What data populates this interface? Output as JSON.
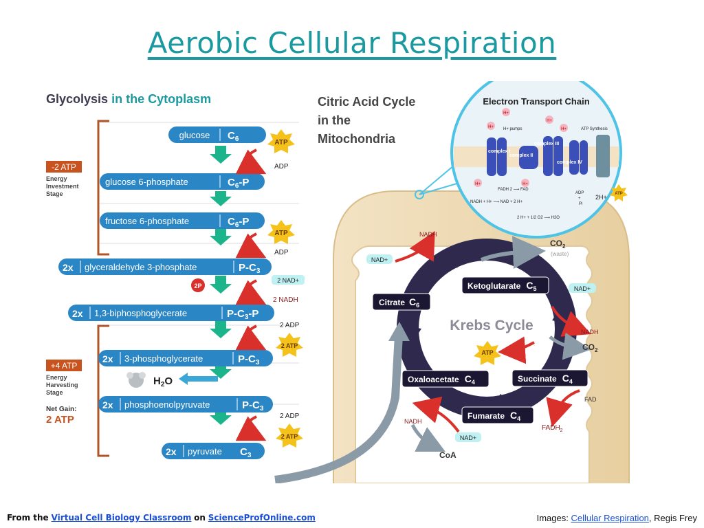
{
  "title": "Aerobic Cellular Respiration",
  "glycolysis": {
    "heading_main": "Glycolysis",
    "heading_rest": "in the Cytoplasm",
    "molecules": [
      {
        "name": "glucose",
        "formula": "C",
        "sub": "6",
        "suffix": "",
        "prefix": ""
      },
      {
        "name": "glucose 6-phosphate",
        "formula": "C",
        "sub": "6",
        "suffix": "-P",
        "prefix": ""
      },
      {
        "name": "fructose 6-phosphate",
        "formula": "C",
        "sub": "6",
        "suffix": "-P",
        "prefix": ""
      },
      {
        "name": "glyceraldehyde 3-phosphate",
        "formula": "P-C",
        "sub": "3",
        "suffix": "",
        "prefix": "2x"
      },
      {
        "name": "1,3-biphosphoglycerate",
        "formula": "P-C",
        "sub": "3",
        "suffix": "-P",
        "prefix": "2x"
      },
      {
        "name": "3-phosphoglycerate",
        "formula": "P-C",
        "sub": "3",
        "suffix": "",
        "prefix": "2x"
      },
      {
        "name": "phosphoenolpyruvate",
        "formula": "P-C",
        "sub": "3",
        "suffix": "",
        "prefix": "2x"
      },
      {
        "name": "pyruvate",
        "formula": "C",
        "sub": "3",
        "suffix": "",
        "prefix": "2x"
      }
    ],
    "stage_invest_badge": "-2 ATP",
    "stage_invest_label": [
      "Energy",
      "Investment",
      "Stage"
    ],
    "stage_harvest_badge": "+4 ATP",
    "stage_harvest_label": [
      "Energy",
      "Harvesting",
      "Stage"
    ],
    "net_gain_label": "Net Gain:",
    "net_gain_value": "2 ATP",
    "atp": "ATP",
    "adp": "ADP",
    "two_adp": "2 ADP",
    "two_atp": "2 ATP",
    "two_p": "2P",
    "two_nad": "2 NAD+",
    "two_nadh": "2 NADH",
    "water_main": "H",
    "water_sub": "2",
    "water_end": "O"
  },
  "citric": {
    "heading": [
      "Citric Acid Cycle",
      "in the",
      "Mitochondria"
    ],
    "krebs_label": "Krebs Cycle",
    "citrate": "Citrate",
    "ketoglutarate": "Ketoglutarate",
    "succinate": "Succinate",
    "fumarate": "Fumarate",
    "oxaloacetate": "Oxaloacetate",
    "c_letter": "C",
    "sub6": "6",
    "sub5": "5",
    "sub4": "4",
    "nad_plus": "NAD+",
    "nadh": "NADH",
    "co2": "CO",
    "co2_sub": "2",
    "waste": "(waste)",
    "atp": "ATP",
    "fad": "FAD",
    "fadh": "FADH",
    "fadh_sub": "2",
    "coa": "CoA"
  },
  "etc": {
    "heading": "Electron Transport Chain",
    "h_plus": "H+",
    "pumps": "H+ pumps",
    "atp_synthesis": "ATP Synthesis",
    "complex_1": "complex I",
    "complex_2": "complex II",
    "complex_3": "complex III",
    "complex_4": "complex IV",
    "fadh_fad": "FADH 2 ⟶ FAD",
    "nadh_line": "NADH + H+ ⟶ NAD + 2 H+",
    "water_line": "2 H+ + 1/2 O2 ⟶ H2O",
    "adp_p": [
      "ADP",
      "+",
      "Pi"
    ],
    "two_h": "2H+",
    "atp": "ATP"
  },
  "footer": {
    "from_prefix": "From the",
    "classroom_link": "Virtual Cell Biology Classroom",
    "on_word": "on",
    "site_link": "ScienceProfOnline.com",
    "images_prefix": "Images:",
    "images_link": "Cellular Respiration",
    "images_credit": ", Regis Frey"
  },
  "colors": {
    "title": "#1a9aa0",
    "molecule_blue": "#2a86c4",
    "arrow_green": "#1cb48a",
    "bracket_brown": "#b0552a",
    "badge_orange": "#c9531f",
    "atp_yellow": "#f5c21b",
    "cycle_dark": "#2f2a4d",
    "link_blue": "#1a4fd6"
  }
}
